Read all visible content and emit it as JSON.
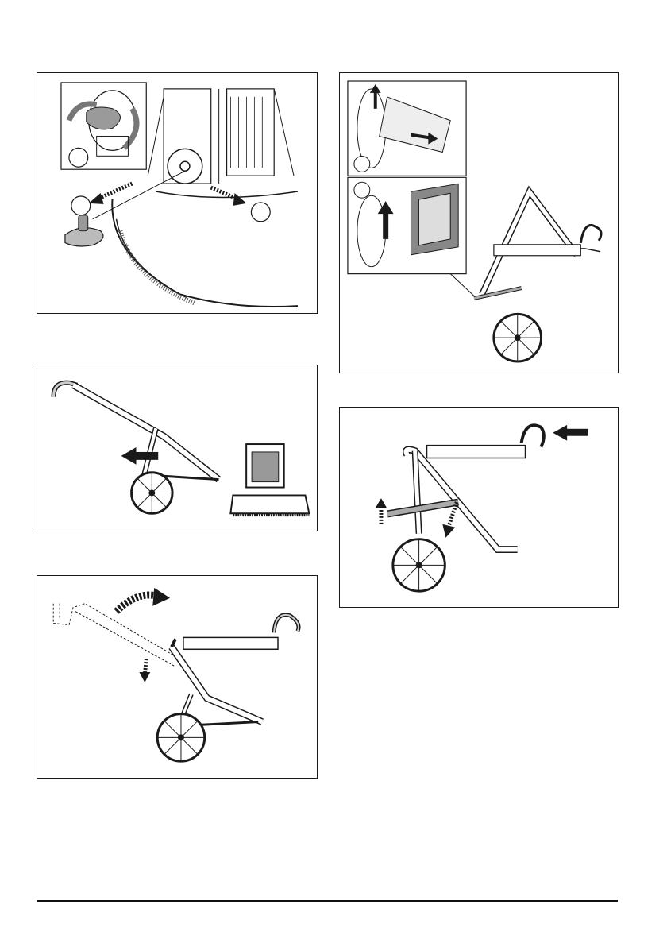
{
  "figures": [
    {
      "id": "p1",
      "name": "weight-removal-figure",
      "callouts": [
        "",
        "",
        ""
      ]
    },
    {
      "id": "p2",
      "name": "handle-unlock-figure",
      "callouts": [
        "",
        ""
      ]
    },
    {
      "id": "p3",
      "name": "trolley-pull-away-figure",
      "callouts": []
    },
    {
      "id": "p4",
      "name": "strut-fold-figure",
      "callouts": []
    },
    {
      "id": "p5",
      "name": "handle-fold-figure",
      "callouts": []
    }
  ],
  "footer": {
    "text": ""
  },
  "colors": {
    "line": "#1a1a1a",
    "arrow": "#1a1a1a",
    "shade": "#cfcfcf"
  }
}
